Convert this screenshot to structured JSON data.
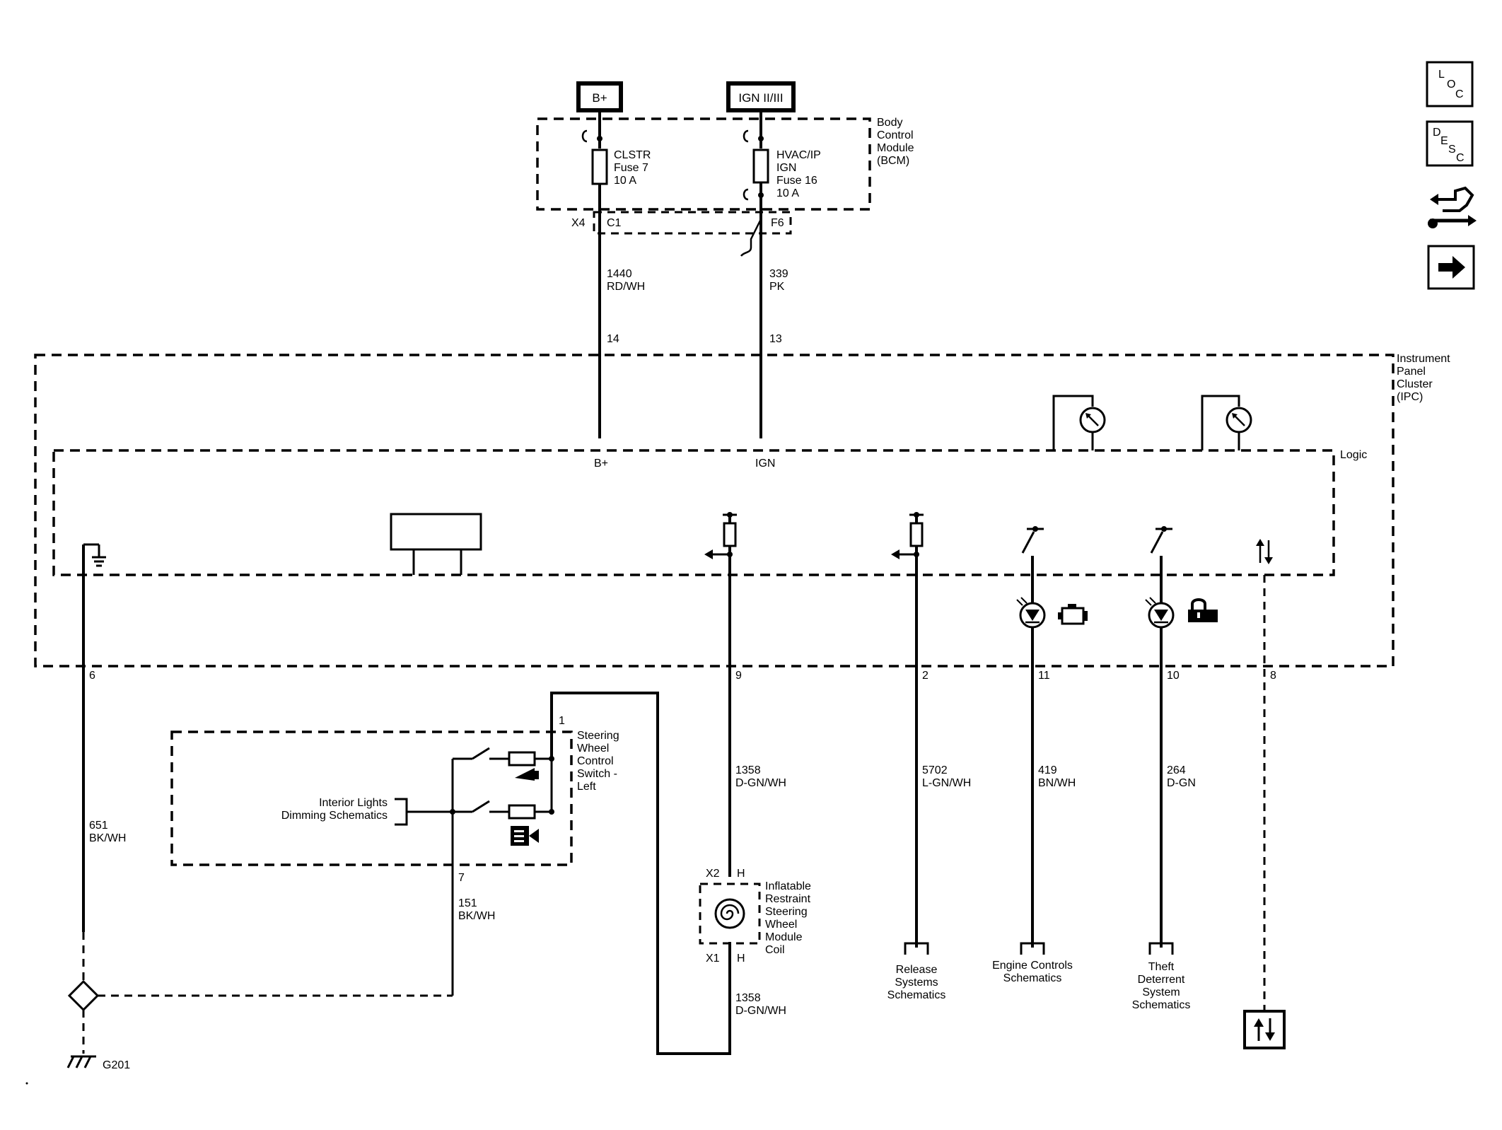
{
  "power": {
    "bplus": "B+",
    "ign": "IGN II/III"
  },
  "bcm": {
    "label": [
      "Body",
      "Control",
      "Module",
      "(BCM)"
    ],
    "fuse7": [
      "CLSTR",
      "Fuse 7",
      "10 A"
    ],
    "fuse16": [
      "HVAC/IP",
      "IGN",
      "Fuse 16",
      "10 A"
    ],
    "connector": "X4",
    "pin_c1": "C1",
    "pin_f6": "F6"
  },
  "wires": {
    "w1440": [
      "1440",
      "RD/WH"
    ],
    "w339": [
      "339",
      "PK"
    ],
    "w651": [
      "651",
      "BK/WH"
    ],
    "w151": [
      "151",
      "BK/WH"
    ],
    "w1358a": [
      "1358",
      "D-GN/WH"
    ],
    "w1358b": [
      "1358",
      "D-GN/WH"
    ],
    "w5702": [
      "5702",
      "L-GN/WH"
    ],
    "w419": [
      "419",
      "BN/WH"
    ],
    "w264": [
      "264",
      "D-GN"
    ]
  },
  "ipc": {
    "label": [
      "Instrument",
      "Panel",
      "Cluster",
      "(IPC)"
    ],
    "logic": "Logic",
    "in_bplus": "B+",
    "in_ign": "IGN",
    "pins": {
      "p14": "14",
      "p13": "13",
      "p6": "6",
      "p9": "9",
      "p2": "2",
      "p11": "11",
      "p10": "10",
      "p8": "8"
    }
  },
  "swc": {
    "label": [
      "Steering",
      "Wheel",
      "Control",
      "Switch -",
      "Left"
    ],
    "pin1": "1",
    "pin7": "7",
    "dimming": [
      "Interior Lights",
      "Dimming Schematics"
    ]
  },
  "coil": {
    "label": [
      "Inflatable",
      "Restraint",
      "Steering",
      "Wheel",
      "Module",
      "Coil"
    ],
    "x2": "X2",
    "x1": "X1",
    "h_top": "H",
    "h_bot": "H"
  },
  "refs": {
    "release": [
      "Release",
      "Systems",
      "Schematics"
    ],
    "engine": [
      "Engine Controls",
      "Schematics"
    ],
    "theft": [
      "Theft",
      "Deterrent",
      "System",
      "Schematics"
    ]
  },
  "ground": {
    "name": "G201"
  },
  "side_icons": {
    "loc": [
      "L",
      "O",
      "C"
    ],
    "desc": [
      "D",
      "E",
      "S",
      "C"
    ],
    "names": [
      "loc-icon",
      "desc-icon",
      "connector-tool-icon",
      "next-arrow-icon"
    ]
  }
}
